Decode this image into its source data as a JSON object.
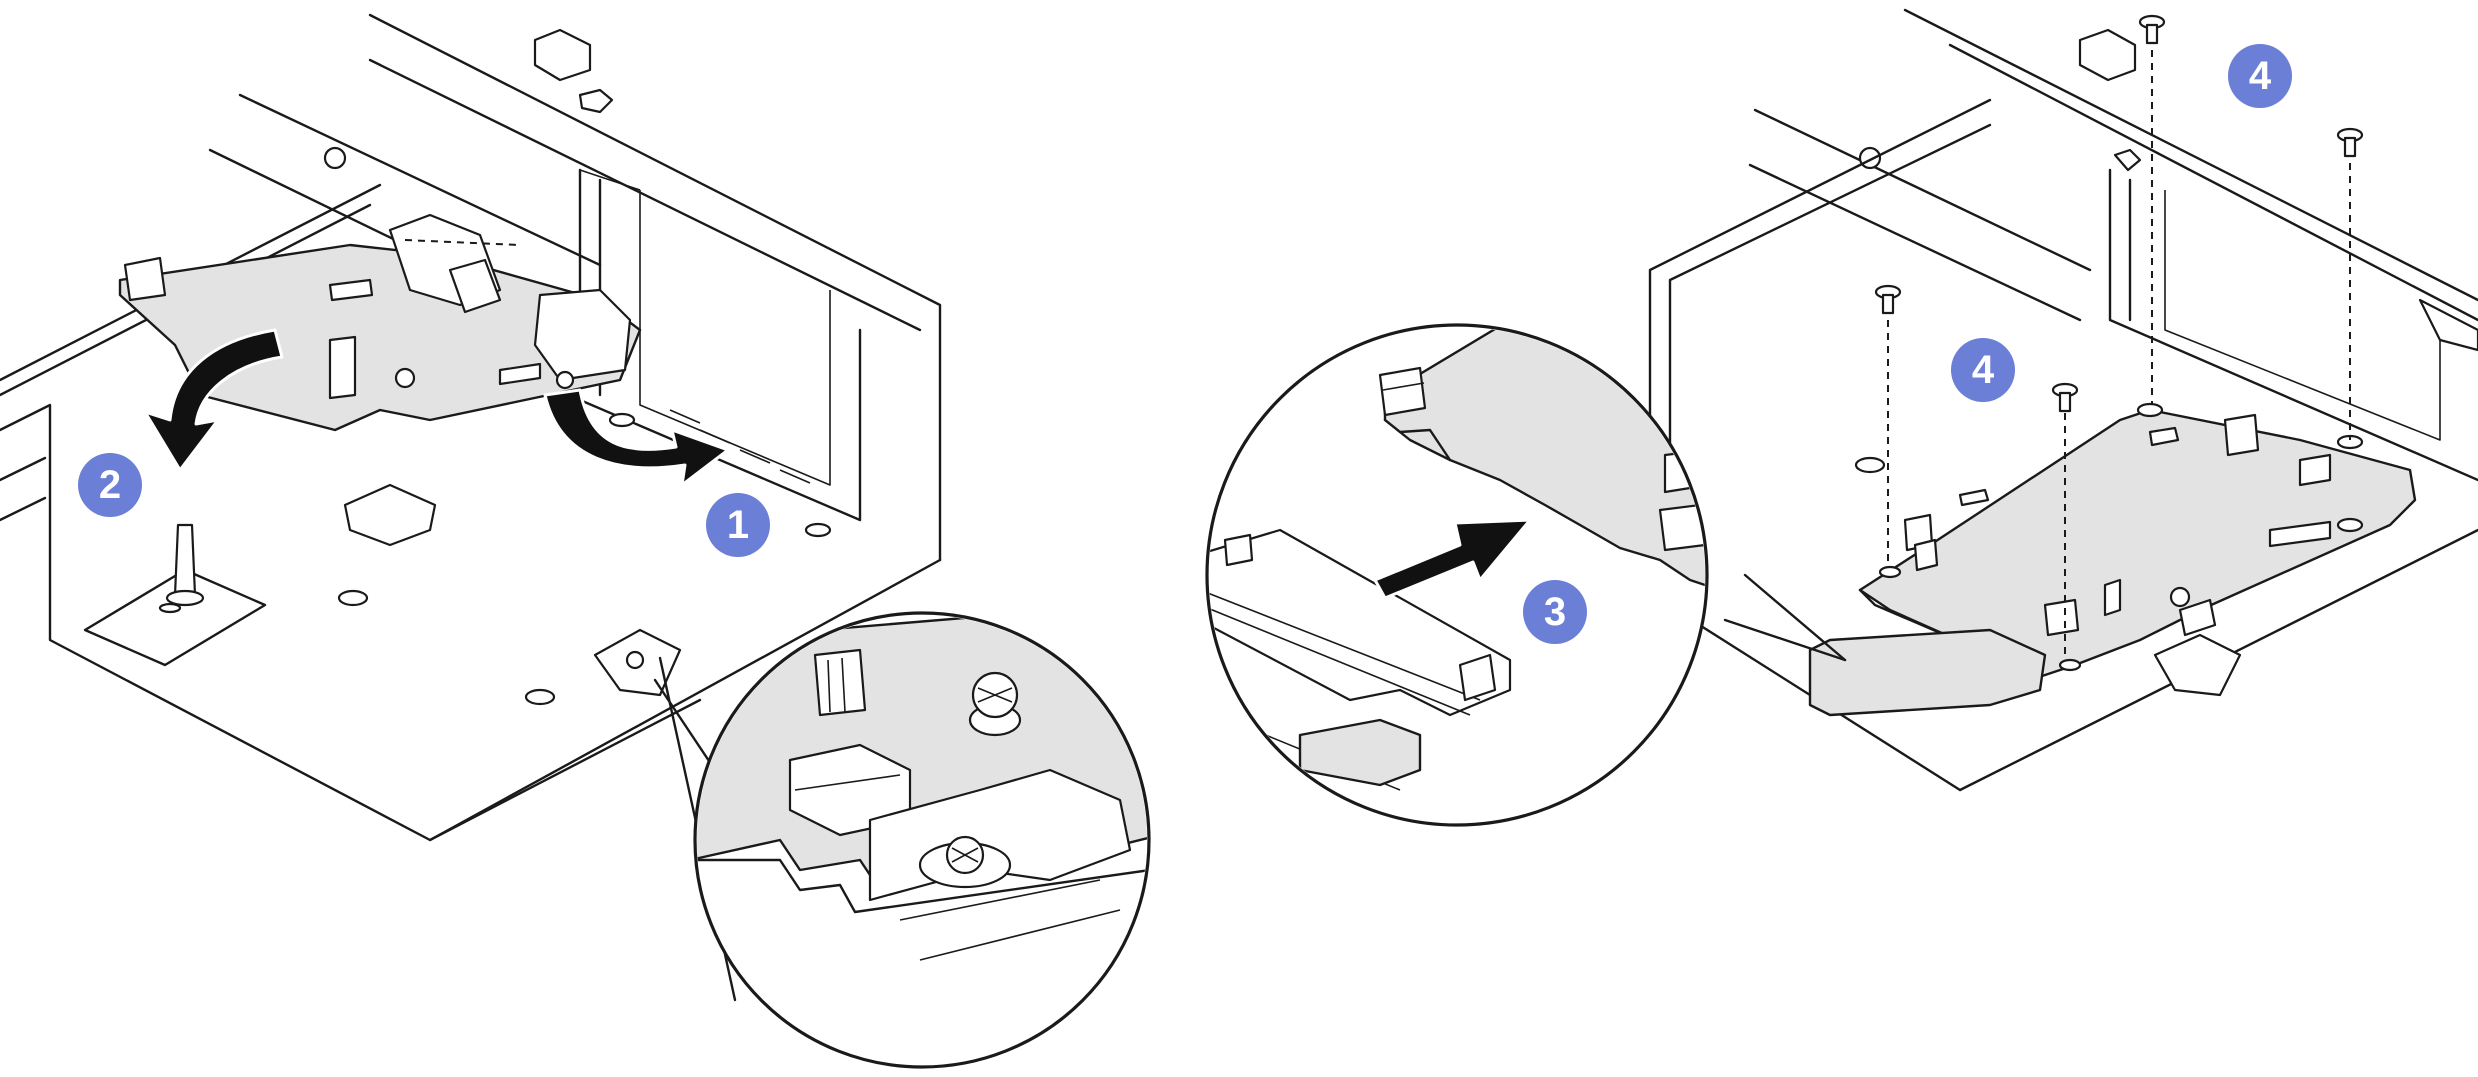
{
  "steps": [
    {
      "label": "1",
      "color": "#6b7fd6"
    },
    {
      "label": "2",
      "color": "#6b7fd6"
    },
    {
      "label": "3",
      "color": "#6b7fd6"
    },
    {
      "label": "4",
      "color": "#6b7fd6"
    },
    {
      "label": "4",
      "color": "#6b7fd6"
    }
  ],
  "colors": {
    "line": "#1a1a1a",
    "board": "#e3e3e3",
    "badge": "#6b7fd6",
    "arrow": "#111111"
  }
}
